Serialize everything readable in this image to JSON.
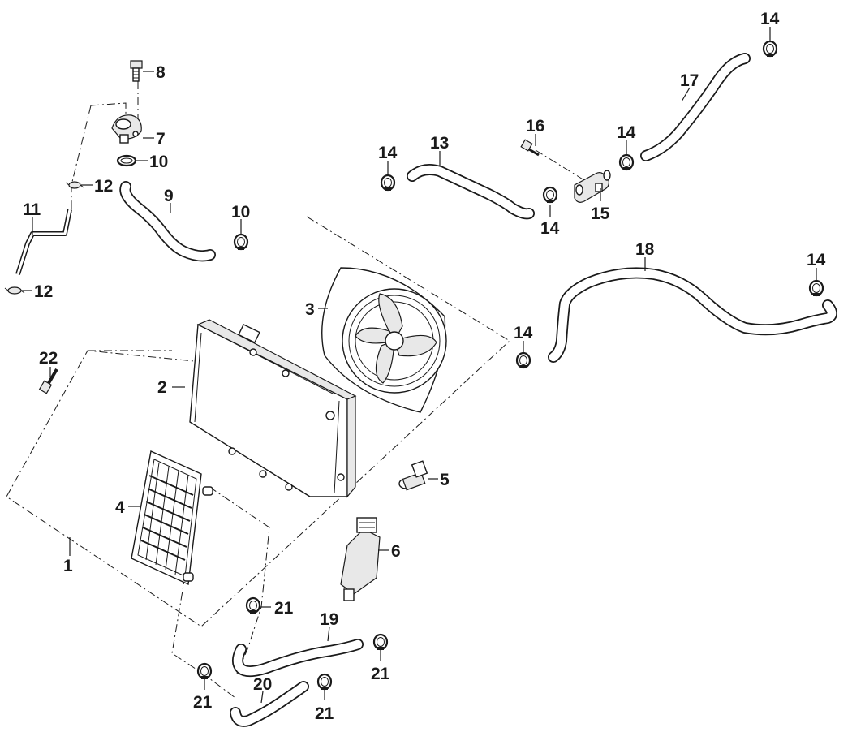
{
  "diagram": {
    "callouts": [
      {
        "id": "c1",
        "label": "1"
      },
      {
        "id": "c2",
        "label": "2"
      },
      {
        "id": "c3",
        "label": "3"
      },
      {
        "id": "c4",
        "label": "4"
      },
      {
        "id": "c5",
        "label": "5"
      },
      {
        "id": "c6",
        "label": "6"
      },
      {
        "id": "c7",
        "label": "7"
      },
      {
        "id": "c8",
        "label": "8"
      },
      {
        "id": "c9",
        "label": "9"
      },
      {
        "id": "c10a",
        "label": "10"
      },
      {
        "id": "c10b",
        "label": "10"
      },
      {
        "id": "c11",
        "label": "11"
      },
      {
        "id": "c12a",
        "label": "12"
      },
      {
        "id": "c12b",
        "label": "12"
      },
      {
        "id": "c13",
        "label": "13"
      },
      {
        "id": "c14a",
        "label": "14"
      },
      {
        "id": "c14b",
        "label": "14"
      },
      {
        "id": "c14c",
        "label": "14"
      },
      {
        "id": "c14d",
        "label": "14"
      },
      {
        "id": "c14e",
        "label": "14"
      },
      {
        "id": "c14f",
        "label": "14"
      },
      {
        "id": "c15",
        "label": "15"
      },
      {
        "id": "c16",
        "label": "16"
      },
      {
        "id": "c17",
        "label": "17"
      },
      {
        "id": "c18",
        "label": "18"
      },
      {
        "id": "c19",
        "label": "19"
      },
      {
        "id": "c20",
        "label": "20"
      },
      {
        "id": "c21a",
        "label": "21"
      },
      {
        "id": "c21b",
        "label": "21"
      },
      {
        "id": "c21c",
        "label": "21"
      },
      {
        "id": "c21d",
        "label": "21"
      },
      {
        "id": "c22",
        "label": "22"
      }
    ]
  }
}
